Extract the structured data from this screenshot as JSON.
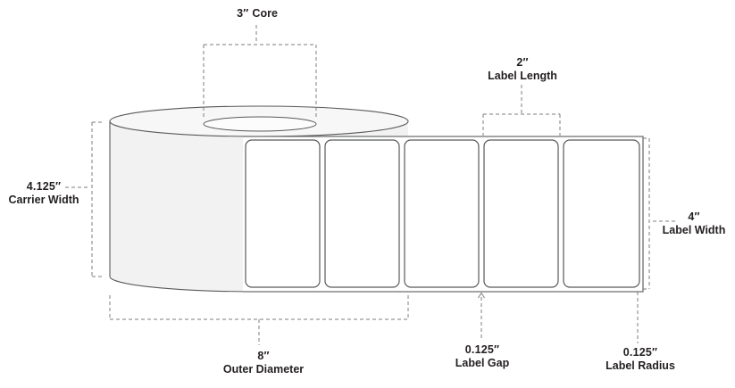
{
  "diagram": {
    "type": "label-roll-dimension-diagram",
    "label_count": 5,
    "annotations": {
      "core": {
        "value": "3″",
        "label": "Core"
      },
      "label_length": {
        "value": "2″",
        "label": "Label Length"
      },
      "carrier_width": {
        "value": "4.125″",
        "label": "Carrier Width"
      },
      "label_width": {
        "value": "4″",
        "label": "Label Width"
      },
      "outer_diameter": {
        "value": "8″",
        "label": "Outer Diameter"
      },
      "label_gap": {
        "value": "0.125″",
        "label": "Label Gap"
      },
      "label_radius": {
        "value": "0.125″",
        "label": "Label Radius"
      }
    },
    "colors": {
      "background": "#ffffff",
      "solid_line": "#58595b",
      "liner_line": "#6d6e71",
      "dashed_line": "#7d7d7d",
      "text": "#231f20",
      "roll_face_fill": "#f2f2f2",
      "roll_top_fill": "#f7f7f7",
      "core_fill": "#fcfcfc",
      "label_fill": "#ffffff"
    }
  }
}
